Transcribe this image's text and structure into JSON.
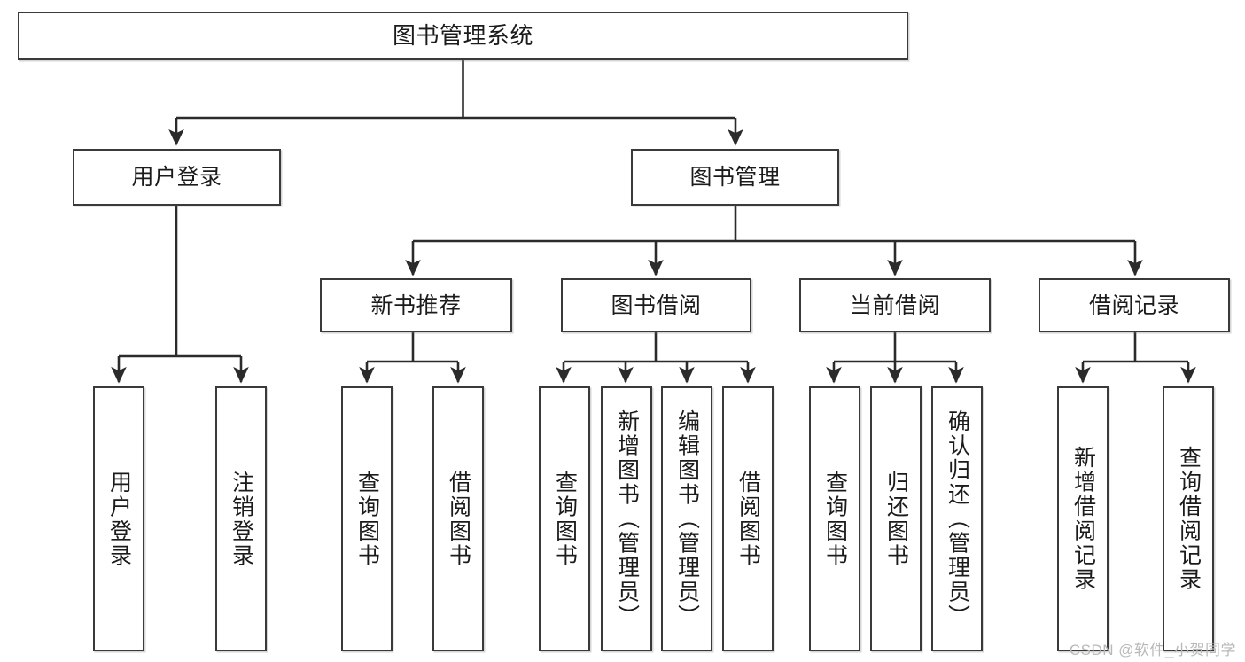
{
  "diagram": {
    "title": "图书管理系统",
    "type": "tree-hierarchy-chart",
    "root": {
      "label": "图书管理系统"
    },
    "level2": [
      {
        "label": "用户登录"
      },
      {
        "label": "图书管理"
      }
    ],
    "level3": [
      {
        "label": "新书推荐"
      },
      {
        "label": "图书借阅"
      },
      {
        "label": "当前借阅"
      },
      {
        "label": "借阅记录"
      }
    ],
    "leaves": {
      "user_login": [
        {
          "label": "用户登录"
        },
        {
          "label": "注销登录"
        }
      ],
      "new_book_recommend": [
        {
          "label": "查询图书"
        },
        {
          "label": "借阅图书"
        }
      ],
      "book_borrow": [
        {
          "label": "查询图书"
        },
        {
          "label": "新增图书（管理员）"
        },
        {
          "label": "编辑图书（管理员）"
        },
        {
          "label": "借阅图书"
        }
      ],
      "current_borrow": [
        {
          "label": "查询图书"
        },
        {
          "label": "归还图书"
        },
        {
          "label": "确认归还（管理员）"
        }
      ],
      "borrow_record": [
        {
          "label": "新增借阅记录"
        },
        {
          "label": "查询借阅记录"
        }
      ]
    }
  },
  "watermark": {
    "text": "CSDN @软件_小贺同学"
  },
  "colors": {
    "box_border": "#3a3a3a",
    "box_fill": "#ffffff",
    "connector": "#2b2b2b",
    "text": "#1b1b1b",
    "watermark": "#b9b9b9"
  }
}
